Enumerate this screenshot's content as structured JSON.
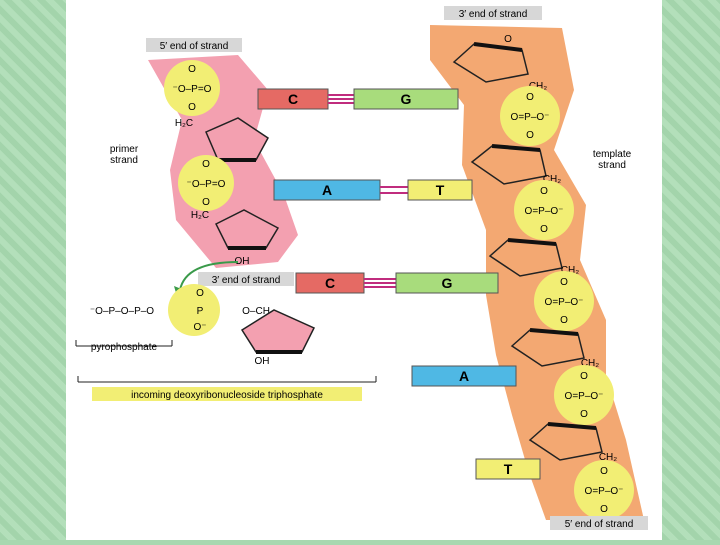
{
  "labels": {
    "three_prime_top": "3′ end of strand",
    "five_prime_top": "5′ end of strand",
    "primer_strand_l1": "primer",
    "primer_strand_l2": "strand",
    "template_strand_l1": "template",
    "template_strand_l2": "strand",
    "three_prime_mid": "3′ end of strand",
    "five_prime_bottom": "5′ end of strand",
    "pyrophosphate": "pyrophosphate",
    "incoming": "incoming deoxyribonucleoside triphosphate"
  },
  "chem": {
    "O": "O",
    "P": "P",
    "OH": "OH",
    "H2C": "H₂C",
    "CH2": "CH₂",
    "neg_o_p_o": "⁻O–P=O",
    "o_p_o_neg": "O=P–O⁻",
    "o_neg": "O⁻",
    "pyro_chain": "⁻O–P–O–P–O",
    "o_ch2_o": "O–CH₂"
  },
  "bases": {
    "pair1": [
      "C",
      "G"
    ],
    "pair2": [
      "A",
      "T"
    ],
    "pair3": [
      "C",
      "G"
    ],
    "unpaired1": "A",
    "unpaired2": "T"
  },
  "colors": {
    "pink": "#f3a0b0",
    "orange": "#f3a872",
    "phosphate_yellow": "#f2ee74",
    "C": "#e56a64",
    "G": "#a8dc7c",
    "A": "#4fb8e4",
    "T": "#f2ee74",
    "label_box": "#d7d7d7"
  }
}
